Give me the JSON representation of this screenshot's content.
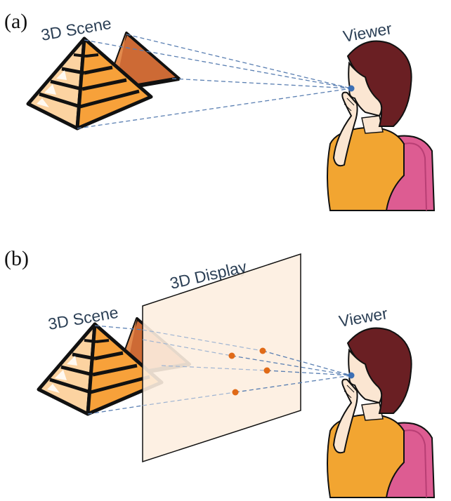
{
  "panel_a": {
    "label": "(a)",
    "scene_label": "3D Scene",
    "viewer_label": "Viewer"
  },
  "panel_b": {
    "label": "(b)",
    "scene_label": "3D Scene",
    "display_label": "3D Display",
    "viewer_label": "Viewer"
  },
  "colors": {
    "pyramid_orange": "#f7a13a",
    "pyramid_light": "#fcd3a1",
    "pyramid_back": "#cd6a35",
    "outline": "#111111",
    "ray_blue": "#5a7fb2",
    "eye_blue": "#3c6fb4",
    "display_fill": "#fdeee0",
    "display_dot": "#e06a17",
    "hair": "#6a1f23",
    "skin": "#fbe6d2",
    "shirt": "#f2a531",
    "chair": "#dd5c92"
  }
}
